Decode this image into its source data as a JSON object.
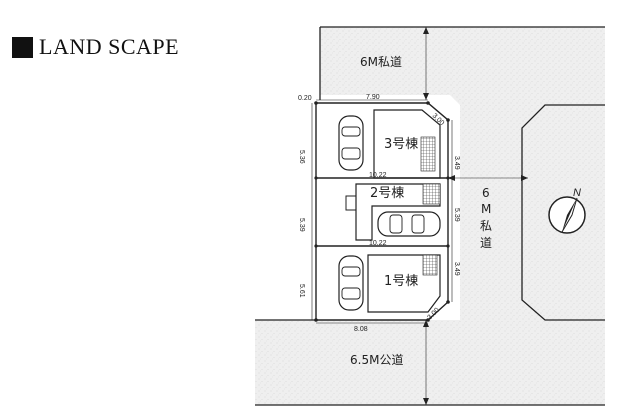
{
  "title": "LAND SCAPE",
  "roads": {
    "north": "6M私道",
    "east": [
      "6",
      "M",
      "私",
      "道"
    ],
    "south": "6.5M公道"
  },
  "units": {
    "unit3": "3号棟",
    "unit2": "2号棟",
    "unit1": "1号棟"
  },
  "dimensions": {
    "top_offset": "0.20",
    "top_width": "7.90",
    "top_corner": "3.00",
    "left_unit3": "5.36",
    "left_unit2": "5.39",
    "left_unit1": "5.61",
    "right_unit3": "3.49",
    "right_unit2": "5.39",
    "right_unit1": "3.49",
    "divider_upper": "10.22",
    "divider_lower": "10.22",
    "bottom_width": "8.08",
    "bottom_corner": "3.00"
  },
  "compass": "N",
  "colors": {
    "road_fill": "#ececec",
    "line": "#222222"
  }
}
